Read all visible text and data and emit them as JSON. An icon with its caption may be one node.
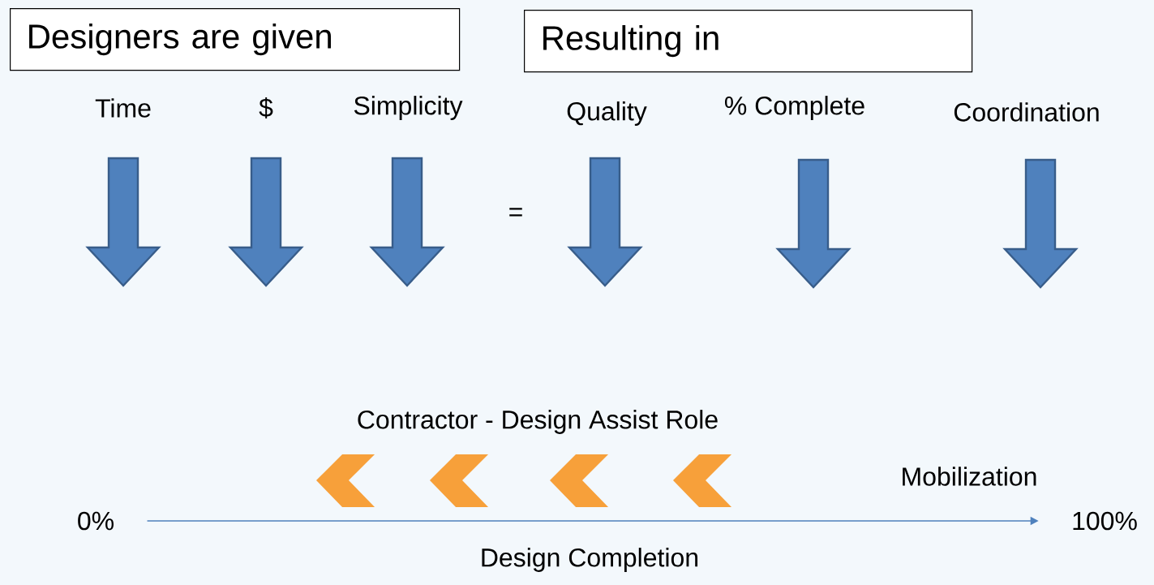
{
  "diagram": {
    "nodes": [
      {
        "text": [
          "Designers are given"
        ]
      },
      {
        "text": [
          "Resulting in"
        ]
      },
      {
        "text": [
          "0%"
        ]
      },
      {
        "text": [
          "100%"
        ]
      }
    ],
    "edges": [
      {
        "from": 2,
        "to": 3,
        "arrow": "to"
      }
    ],
    "labels": [
      "Time",
      "$",
      "Simplicity",
      "Quality",
      "% Complete",
      "Coordination",
      "=",
      "Contractor - Design Assist Role",
      "Mobilization",
      "Design Completion"
    ]
  }
}
